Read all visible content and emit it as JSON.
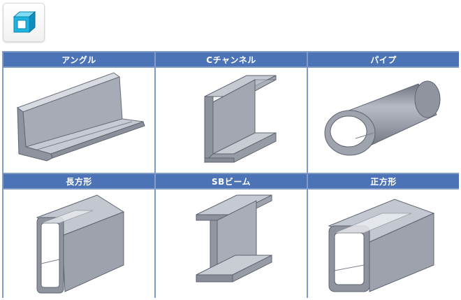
{
  "app": {
    "icon": "frame-profile-icon"
  },
  "profiles": [
    {
      "label": "アングル",
      "icon": "angle-profile-icon"
    },
    {
      "label": "Cチャンネル",
      "icon": "c-channel-profile-icon"
    },
    {
      "label": "パイプ",
      "icon": "pipe-profile-icon"
    },
    {
      "label": "長方形",
      "icon": "rectangular-tube-profile-icon"
    },
    {
      "label": "SBビーム",
      "icon": "sb-beam-profile-icon"
    },
    {
      "label": "正方形",
      "icon": "square-tube-profile-icon"
    }
  ],
  "colors": {
    "header_bg": "#4b73b5",
    "grid_border": "#7e9cc7",
    "steel_light": "#c9ccd4",
    "steel_mid": "#9ea2ac",
    "steel_dark": "#6f7480",
    "icon_accent": "#1fb3e0"
  }
}
